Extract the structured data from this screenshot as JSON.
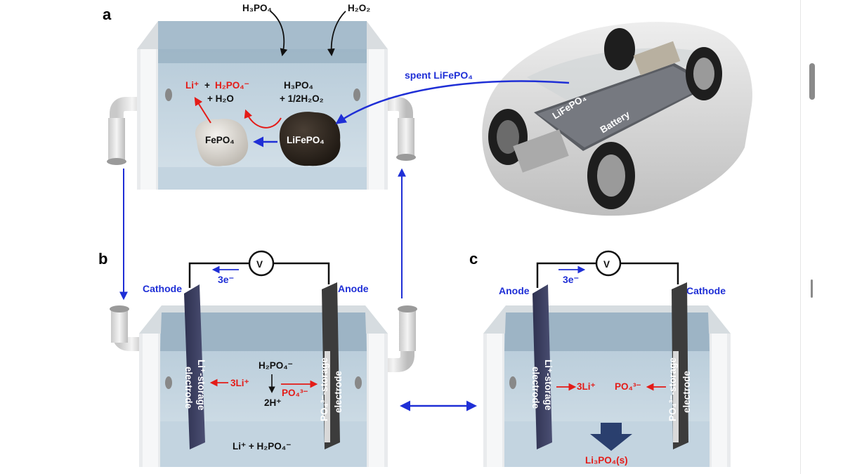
{
  "panels": {
    "a": "a",
    "b": "b",
    "c": "c"
  },
  "tank_a": {
    "input_left": "H₃PO₄",
    "input_right": "H₂O₂",
    "reagent_line1": "H₃PO₄",
    "reagent_line2": "+ 1/2H₂O₂",
    "product_li": "Li⁺",
    "product_plus": "+",
    "product_h2po4": "H₂PO₄⁻",
    "product_water": "+ H₂O",
    "rock_left": "FePO₄",
    "rock_right": "LiFePO₄"
  },
  "car": {
    "arrow_label": "spent LiFePO₄",
    "battery_line1": "LiFePO₄",
    "battery_line2": "Battery"
  },
  "cell_b": {
    "voltmeter": "V",
    "electrons": "3e⁻",
    "left_terminal": "Cathode",
    "right_terminal": "Anode",
    "left_electrode_line1": "Li⁺-storage",
    "left_electrode_line2": "electrode",
    "right_electrode_line1": "PO₄³⁻-storage",
    "right_electrode_line2": "electrode",
    "li_ions": "3Li⁺",
    "phosphate_ions": "PO₄³⁻",
    "acid": "H₂PO₄⁻",
    "protons": "2H⁺",
    "electrolyte": "Li⁺ + H₂PO₄⁻"
  },
  "cell_c": {
    "voltmeter": "V",
    "electrons": "3e⁻",
    "left_terminal": "Anode",
    "right_terminal": "Cathode",
    "left_electrode_line1": "Li⁺-storage",
    "left_electrode_line2": "electrode",
    "right_electrode_line1": "PO₄³⁻-storage",
    "right_electrode_line2": "electrode",
    "li_ions": "3Li⁺",
    "phosphate_ions": "PO₄³⁻",
    "precipitate": "Li₃PO₄(s)"
  },
  "colors": {
    "red": "#e41b17",
    "blue": "#1f2fd6",
    "water": "#c9d9e4"
  }
}
